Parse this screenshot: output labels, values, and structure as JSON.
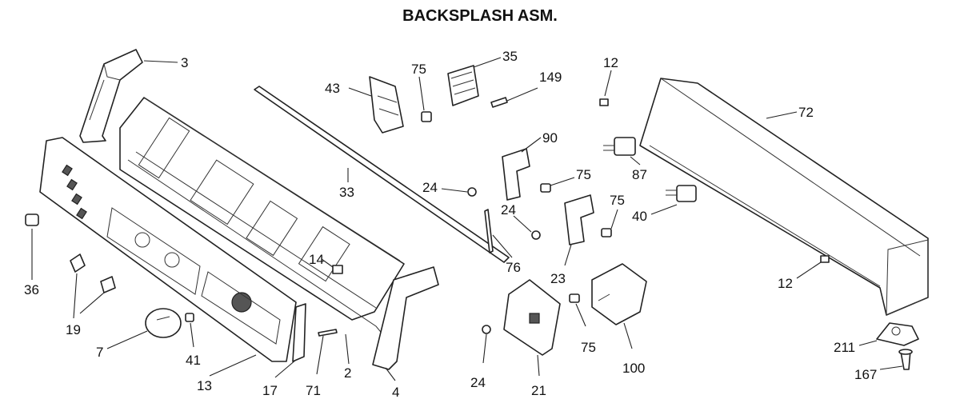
{
  "title": "BACKSPLASH ASM.",
  "callouts": {
    "c3": "3",
    "c75a": "75",
    "c35": "35",
    "c12a": "12",
    "c43": "43",
    "c149": "149",
    "c72": "72",
    "c90": "90",
    "c33": "33",
    "c24a": "24",
    "c75b": "75",
    "c87": "87",
    "c24b": "24",
    "c75c": "75",
    "c40": "40",
    "c76": "76",
    "c14": "14",
    "c36": "36",
    "c23": "23",
    "c12b": "12",
    "c19": "19",
    "c41": "41",
    "c75d": "75",
    "c100": "100",
    "c7": "7",
    "c24c": "24",
    "c211": "211",
    "c13": "13",
    "c17": "17",
    "c71": "71",
    "c2": "2",
    "c4": "4",
    "c21": "21",
    "c167": "167"
  }
}
